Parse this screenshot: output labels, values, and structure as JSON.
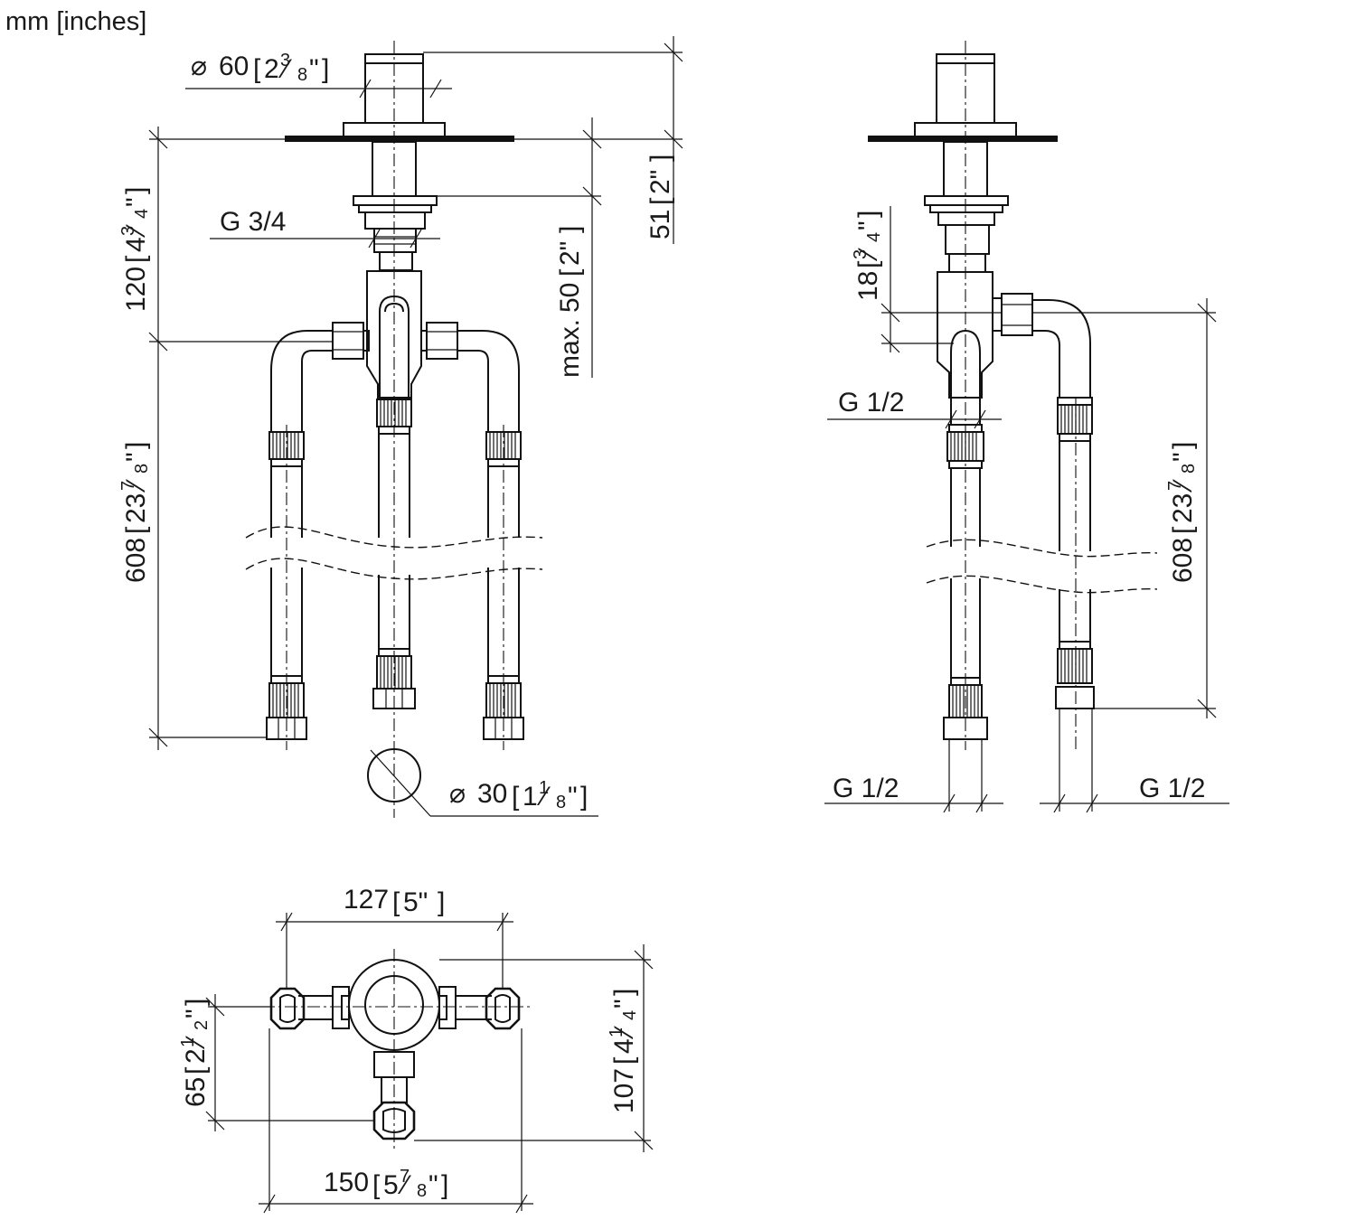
{
  "units_label": "mm [inches]",
  "front_view": {
    "dia_top": {
      "mm": "60",
      "inch": "2",
      "num": "3",
      "den": "8",
      "q": "\""
    },
    "dim_51": {
      "mm": "51",
      "inch": "2\""
    },
    "dim_max50": {
      "prefix": "max. ",
      "mm": "50",
      "inch": "2\""
    },
    "dim_120": {
      "mm": "120",
      "inch": "4",
      "num": "3",
      "den": "4",
      "q": "\""
    },
    "thread_top": "G 3/4",
    "dim_608": {
      "mm": "608",
      "inch": "23",
      "num": "7",
      "den": "8",
      "q": "\""
    },
    "dia_bottom": {
      "mm": "30",
      "inch": "1",
      "num": "1",
      "den": "8",
      "q": "\""
    }
  },
  "side_view": {
    "dim_18": {
      "mm": "18",
      "num": "3",
      "den": "4",
      "q": "\""
    },
    "thread_mid": "G 1/2",
    "dim_608": {
      "mm": "608",
      "inch": "23",
      "num": "7",
      "den": "8",
      "q": "\""
    },
    "thread_left": "G 1/2",
    "thread_right": "G 1/2"
  },
  "top_view": {
    "dim_127": {
      "mm": "127",
      "inch": "5\""
    },
    "dim_65": {
      "mm": "65",
      "inch": "2",
      "num": "1",
      "den": "2",
      "q": "\""
    },
    "dim_107": {
      "mm": "107",
      "inch": "4",
      "num": "1",
      "den": "4",
      "q": "\""
    },
    "dim_150": {
      "mm": "150",
      "inch": "5",
      "num": "7",
      "den": "8",
      "q": "\""
    }
  }
}
